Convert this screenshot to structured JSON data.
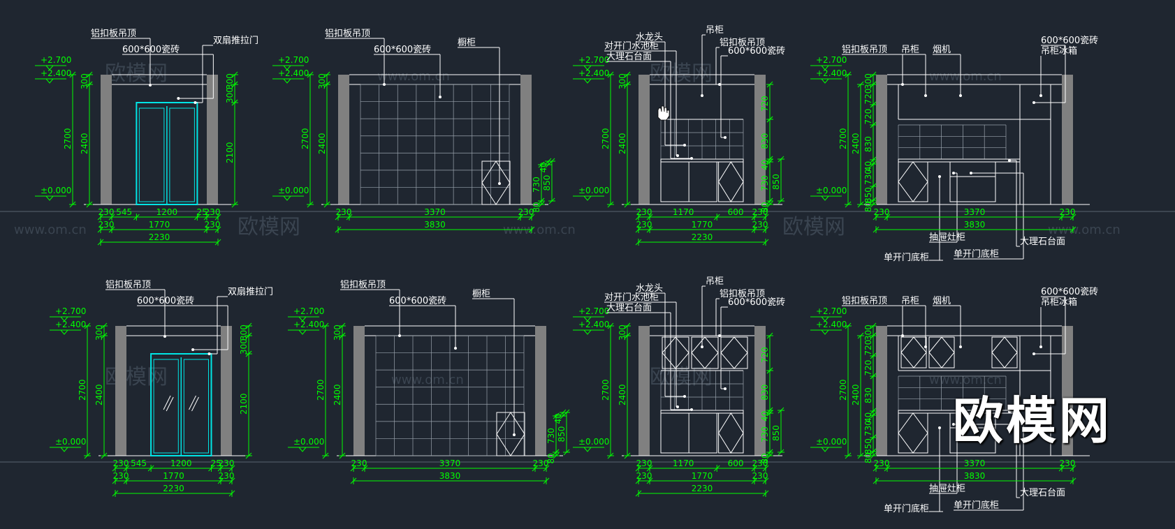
{
  "watermark": {
    "brand": "欧模网",
    "faint": "欧模网",
    "site": "www.om.cn"
  },
  "colors": {
    "background": "#1f2630",
    "line": "#ffffff",
    "dim": "#00ff00",
    "wall": "#808080",
    "door": "#00e5e5",
    "faint": "#9aa3ad"
  },
  "rows": [
    {
      "panels": [
        {
          "type": "door",
          "labels": {
            "ceiling": "铝扣板吊顶",
            "tile": "600*600瓷砖",
            "door": "双扇推拉门"
          },
          "levels": {
            "top": "+2.700",
            "ceil": "+2.400",
            "floor": "±0.000"
          },
          "left_dims": {
            "outer": "2700",
            "inner": "2400",
            "top": "300"
          },
          "right_dims": {
            "a": "300",
            "b": "300",
            "c": "2100"
          },
          "bottom": {
            "row1": [
              "230",
              "545",
              "1200",
              "25",
              "230"
            ],
            "row2": [
              "230",
              "1770",
              "230"
            ],
            "row3": "2230"
          }
        },
        {
          "type": "tile",
          "labels": {
            "ceiling": "铝扣板吊顶",
            "tile": "600*600瓷砖",
            "cab": "橱柜"
          },
          "levels": {
            "top": "+2.700",
            "ceil": "+2.400",
            "floor": "±0.000"
          },
          "left_dims": {
            "outer": "2700",
            "inner": "2400",
            "top": "300"
          },
          "right_dims": {
            "a": "40",
            "b": "730",
            "c": "850",
            "d": "80"
          },
          "bottom": {
            "row1": [
              "230",
              "3370",
              "230"
            ],
            "row2": "3830"
          }
        },
        {
          "type": "sink",
          "labels": {
            "faucet": "水龙头",
            "hanging": "吊柜",
            "ceiling": "铝扣板吊顶",
            "tile": "600*600瓷砖",
            "double": "对开门水池柜",
            "marble": "大理石台面"
          },
          "levels": {
            "top": "+2.700",
            "ceil": "+2.400",
            "floor": "±0.000"
          },
          "left_dims": {
            "outer": "2700",
            "inner": "2400",
            "top": "300"
          },
          "right_dims": {
            "a": "720",
            "b": "830",
            "c": "40",
            "d": "730",
            "e": "850",
            "f": "80"
          },
          "bottom": {
            "row1": [
              "230",
              "1170",
              "600",
              "230"
            ],
            "row2": [
              "230",
              "1770",
              "230"
            ],
            "row3": "2230"
          }
        },
        {
          "type": "stove",
          "labels": {
            "ceiling": "铝扣板吊顶",
            "hanging": "吊柜",
            "hood": "烟机",
            "tile": "600*600瓷砖",
            "fridge": "吊柜冰箱",
            "drawer": "抽屉灶柜",
            "single1": "单开门底柜",
            "single2": "单开门底柜",
            "marble": "大理石台面"
          },
          "levels": {
            "top": "+2.700",
            "ceil": "+2.400",
            "floor": "±0.000"
          },
          "left_dims": [
            "300",
            "720",
            "720",
            "830",
            "40",
            "730",
            "850",
            "80"
          ],
          "outer": "2700",
          "inner": "2400",
          "bottom": {
            "row1": [
              "230",
              "3370",
              "230"
            ],
            "row2": "3830"
          }
        }
      ]
    },
    {
      "panels": [
        {
          "type": "door",
          "labels": {
            "ceiling": "铝扣板吊顶",
            "tile": "600*600瓷砖",
            "door": "双扇推拉门"
          },
          "levels": {
            "top": "+2.700",
            "ceil": "+2.400",
            "floor": "±0.000"
          },
          "left_dims": {
            "outer": "2700",
            "inner": "2400",
            "top": "300"
          },
          "right_dims": {
            "a": "300",
            "b": "300",
            "c": "2100"
          },
          "bottom": {
            "row1": [
              "230",
              "545",
              "1200",
              "25",
              "230"
            ],
            "row2": [
              "230",
              "1770",
              "230"
            ],
            "row3": "2230"
          }
        },
        {
          "type": "tile",
          "labels": {
            "ceiling": "铝扣板吊顶",
            "tile": "600*600瓷砖",
            "cab": "橱柜"
          },
          "levels": {
            "top": "+2.700",
            "ceil": "+2.400",
            "floor": "±0.000"
          },
          "left_dims": {
            "outer": "2700",
            "inner": "2400",
            "top": "300"
          },
          "right_dims": {
            "a": "40",
            "b": "730",
            "c": "850",
            "d": "80"
          },
          "bottom": {
            "row1": [
              "230",
              "3370",
              "230"
            ],
            "row2": "3830"
          }
        },
        {
          "type": "sink",
          "labels": {
            "faucet": "水龙头",
            "hanging": "吊柜",
            "ceiling": "铝扣板吊顶",
            "tile": "600*600瓷砖",
            "double": "对开门水池柜",
            "marble": "大理石台面"
          },
          "levels": {
            "top": "+2.700",
            "ceil": "+2.400",
            "floor": "±0.000"
          },
          "left_dims": {
            "outer": "2700",
            "inner": "2400",
            "top": "300"
          },
          "right_dims": {
            "a": "720",
            "b": "830",
            "c": "40",
            "d": "730",
            "e": "850",
            "f": "80"
          },
          "bottom": {
            "row1": [
              "230",
              "1170",
              "600",
              "230"
            ],
            "row2": [
              "230",
              "1770",
              "230"
            ],
            "row3": "2230"
          }
        },
        {
          "type": "stove",
          "labels": {
            "ceiling": "铝扣板吊顶",
            "hanging": "吊柜",
            "hood": "烟机",
            "tile": "600*600瓷砖",
            "fridge": "吊柜冰箱",
            "drawer": "抽屉灶柜",
            "single1": "单开门底柜",
            "single2": "单开门底柜",
            "marble": "大理石台面"
          },
          "levels": {
            "top": "+2.700",
            "ceil": "+2.400",
            "floor": "±0.000"
          },
          "left_dims": [
            "300",
            "720",
            "720",
            "830",
            "40",
            "730",
            "850",
            "80"
          ],
          "outer": "2700",
          "inner": "2400",
          "bottom": {
            "row1": [
              "230",
              "3370",
              "230"
            ],
            "row2": "3830"
          }
        }
      ]
    }
  ]
}
